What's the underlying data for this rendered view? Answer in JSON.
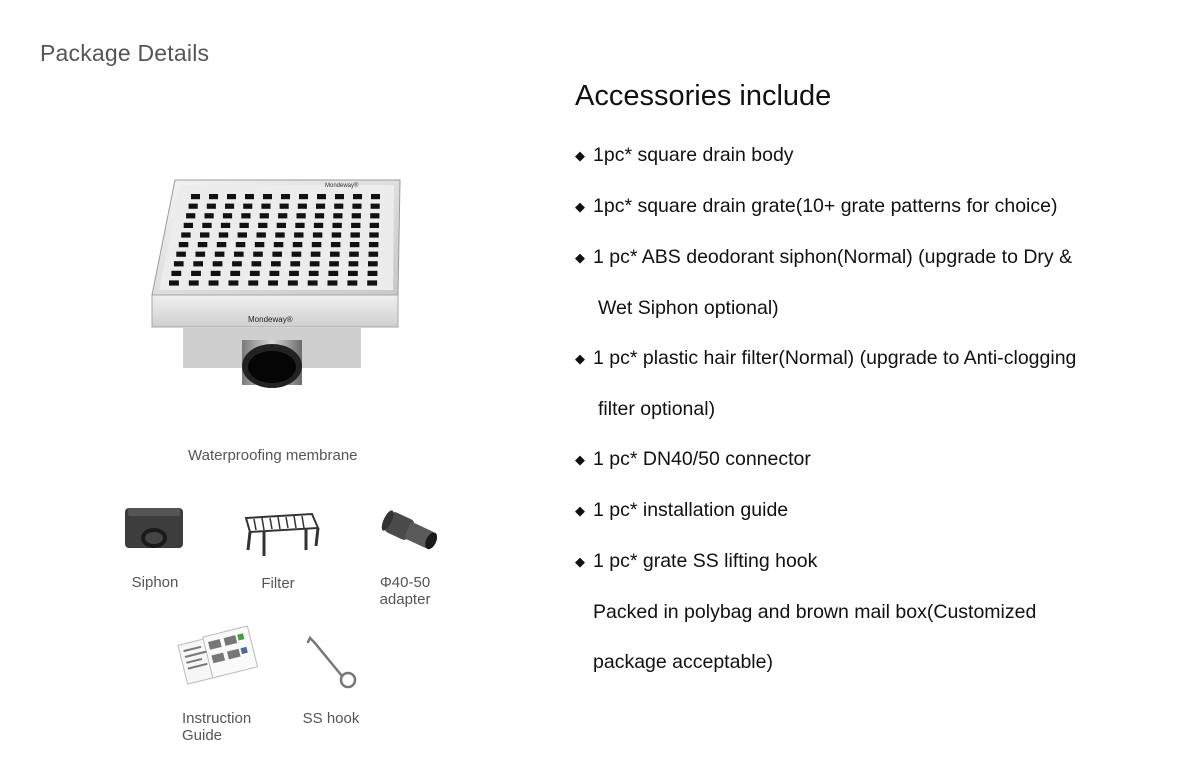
{
  "page_title": "Package Details",
  "main_product": {
    "brand_top": "Mondeway®",
    "brand_front": "Mondeway®",
    "caption": "Waterproofing membrane"
  },
  "parts": {
    "siphon": "Siphon",
    "filter": "Filter",
    "adapter_line1": "Φ40-50",
    "adapter_line2": "adapter",
    "guide_line1": "Instruction",
    "guide_line2": "Guide",
    "hook": "SS hook"
  },
  "accessories": {
    "title": "Accessories include",
    "bullet_symbol": "◆",
    "items": [
      "1pc* square drain body",
      "1pc* square drain grate(10+ grate patterns for choice)",
      "1 pc* ABS deodorant siphon(Normal) (upgrade to Dry &",
      "Wet Siphon optional)",
      "1 pc* plastic hair filter(Normal) (upgrade to Anti-clogging",
      "filter optional)",
      "1 pc* DN40/50 connector",
      "1 pc* installation guide",
      "1 pc* grate SS lifting hook"
    ],
    "note_line1": "Packed in polybag and brown mail box(Customized",
    "note_line2": "package acceptable)"
  }
}
